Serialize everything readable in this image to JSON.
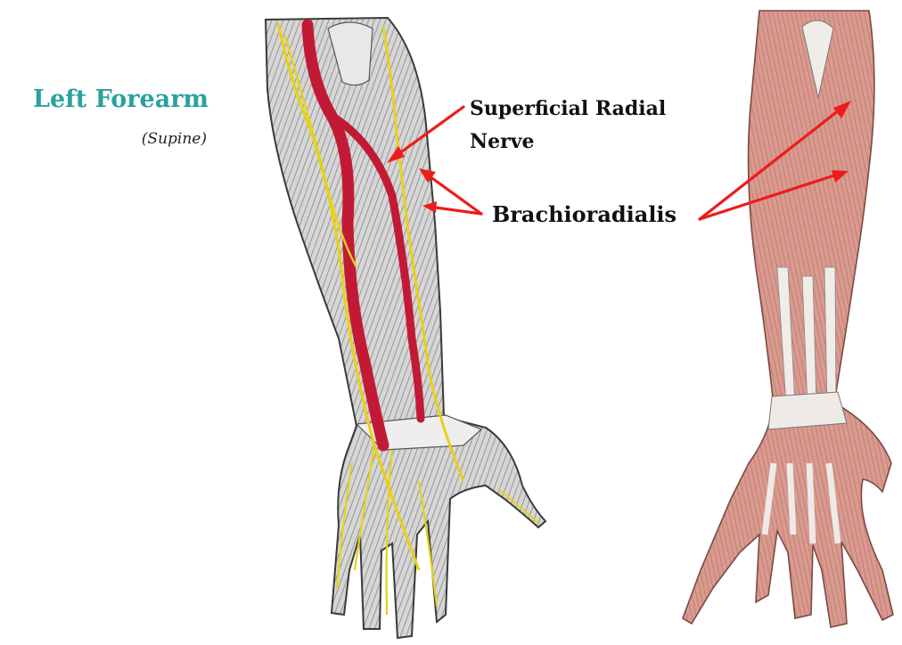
{
  "heading": {
    "title": "Left Forearm",
    "subtitle": "(Supine)"
  },
  "labels": {
    "nerve_line1": "Superficial Radial",
    "nerve_line2": "Nerve",
    "brachioradialis": "Brachioradialis"
  },
  "colors": {
    "title": "#2aa19f",
    "arrow": "#ee1c1c",
    "nerve": "#e6d21a",
    "artery": "#c21a35",
    "muscle": "#d9958a",
    "tendon": "#e9e6e2"
  }
}
